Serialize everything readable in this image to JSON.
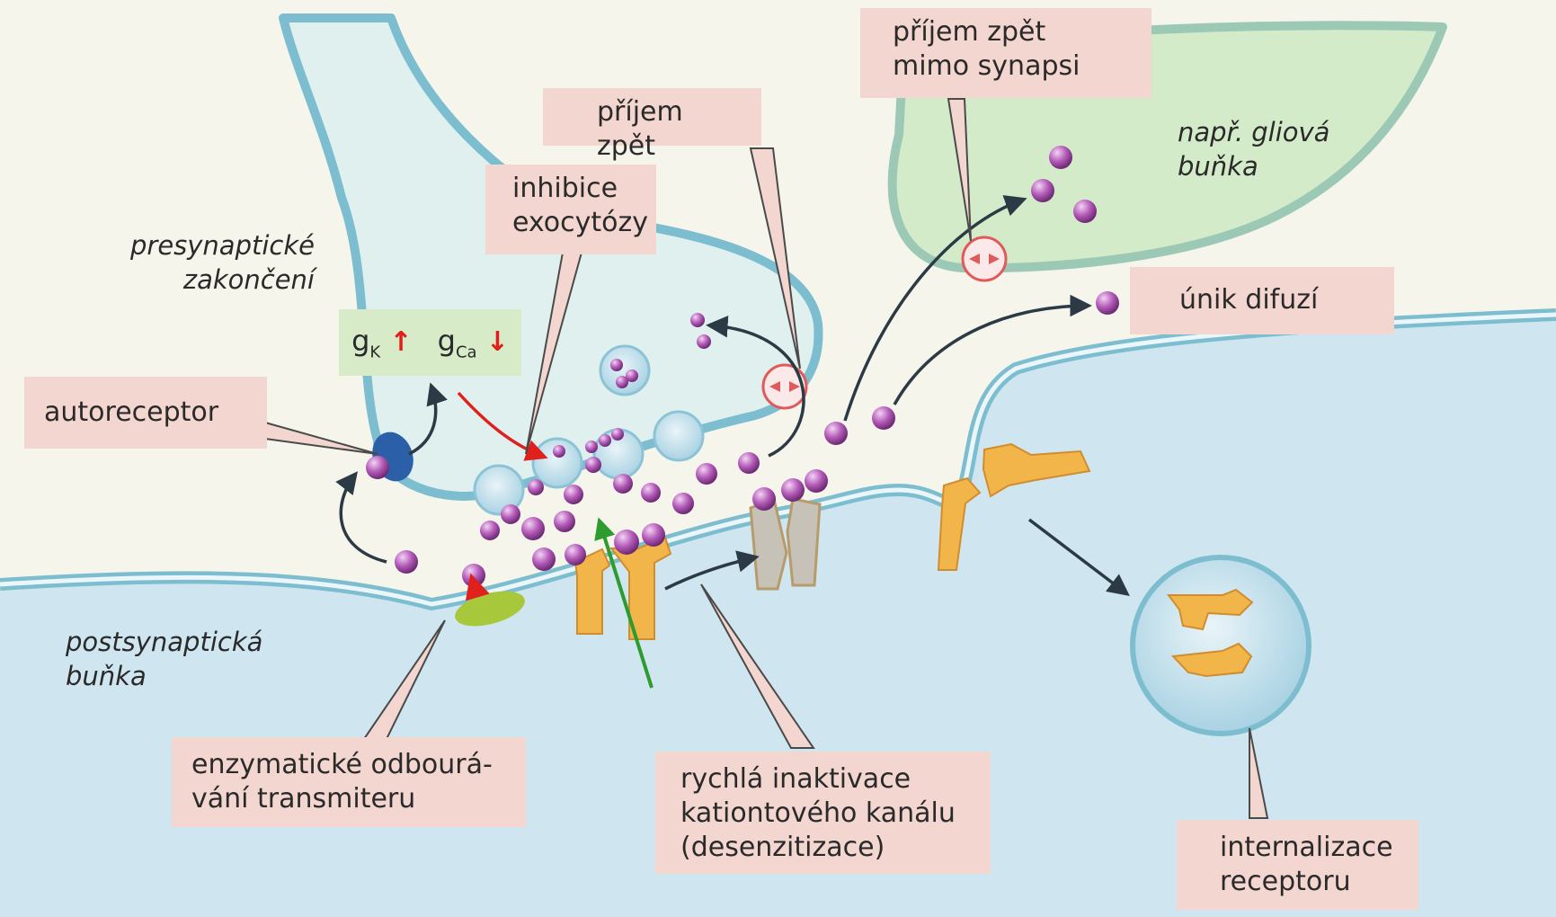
{
  "labels": {
    "autoreceptor": "autoreceptor",
    "inhibice": "inhibice\nexocytózy",
    "prijem_zpet": "příjem zpět",
    "prijem_mimo": "příjem zpět\nmimo synapsi",
    "unik": "únik difuzí",
    "enzym": "enzymatické odbourá-\nvání transmiteru",
    "rychla": "rychlá inaktivace\nkationtového kanálu\n(desenzitizace)",
    "internalizace": "internalizace\nreceptoru"
  },
  "italic": {
    "presyn": "presynaptické\nzakončení",
    "postsyn": "postsynaptická\nbuňka",
    "glia": "např. gliová\nbuňka"
  },
  "conductance": {
    "gk": "g",
    "gk_sub": "K",
    "gk_dir": "↑",
    "gca": "g",
    "gca_sub": "Ca",
    "gca_dir": "↓"
  },
  "colors": {
    "presyn_fill": "#dff0ee",
    "postsyn_fill": "#cfe6f0",
    "glia_fill": "#d4ebc9",
    "membrane": "#7dbdd0",
    "label_bg": "#f3d6cf",
    "transmitter": "#b35bb8",
    "receptor": "#f2b54a",
    "autoreceptor": "#2b5fa8",
    "enzyme": "#a8c83c",
    "inhibit_arrow": "#e0201c",
    "green_arrow": "#2e9b2e"
  }
}
